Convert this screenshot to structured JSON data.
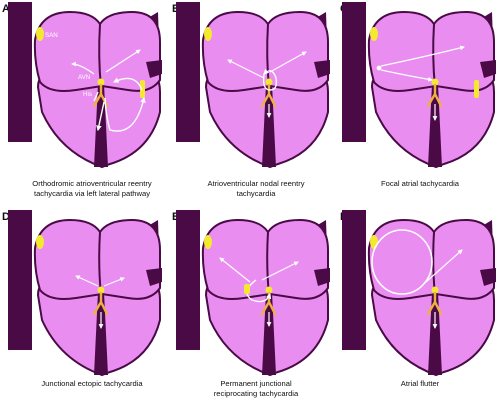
{
  "colors": {
    "heart": "#e98ef0",
    "atrium_dark": "#d563e0",
    "outline": "#4a0a45",
    "node": "#f4e830",
    "bundle": "#f0b040",
    "arrow": "#ffffff"
  },
  "panels": [
    {
      "letter": "A",
      "caption_lines": [
        "Orthodromic atrioventricular reentry",
        "tachycardia via left lateral pathway"
      ],
      "labels": {
        "san": "SAN",
        "avn": "AVN",
        "his": "His"
      }
    },
    {
      "letter": "B",
      "caption_lines": [
        "Atrioventricular nodal reentry",
        "tachycardia"
      ]
    },
    {
      "letter": "C",
      "caption_lines": [
        "Focal atrial tachycardia"
      ]
    },
    {
      "letter": "D",
      "caption_lines": [
        "Junctional ectopic tachycardia"
      ]
    },
    {
      "letter": "E",
      "caption_lines": [
        "Permanent junctional",
        "reciprocating tachycardia"
      ]
    },
    {
      "letter": "F",
      "caption_lines": [
        "Atrial flutter"
      ]
    }
  ]
}
